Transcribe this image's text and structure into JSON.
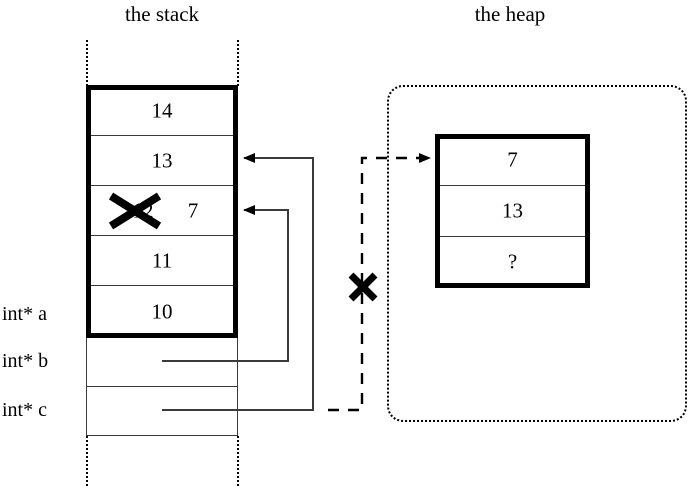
{
  "titles": {
    "stack": "the stack",
    "heap": "the heap"
  },
  "stack": {
    "frame_cells": [
      {
        "value": "14",
        "name": "stack-cell-14"
      },
      {
        "value": "13",
        "name": "stack-cell-13"
      },
      {
        "value": "12",
        "name": "stack-cell-12-crossed",
        "crossed": true,
        "new_value": "7"
      },
      {
        "value": "11",
        "name": "stack-cell-11"
      },
      {
        "value": "10",
        "name": "stack-cell-10"
      }
    ],
    "pointer_rows": [
      {
        "label": "int* a",
        "value": ""
      },
      {
        "label": "int* b",
        "value": ""
      },
      {
        "label": "int* c",
        "value": ""
      }
    ],
    "labels": {
      "a": "int* a",
      "b": "int* b",
      "c": "int* c"
    },
    "stale_overwrite_value": "7"
  },
  "heap": {
    "block_cells": [
      {
        "value": "7",
        "name": "heap-cell-7"
      },
      {
        "value": "13",
        "name": "heap-cell-13"
      },
      {
        "value": "?",
        "name": "heap-cell-unknown"
      }
    ]
  },
  "annotations": {
    "crossed_out_stack_value": "12",
    "dangling_pointer_marker": "✕"
  },
  "colors": {
    "ink": "#000000",
    "thin_rule": "#3a3a3a",
    "background": "#ffffff"
  }
}
